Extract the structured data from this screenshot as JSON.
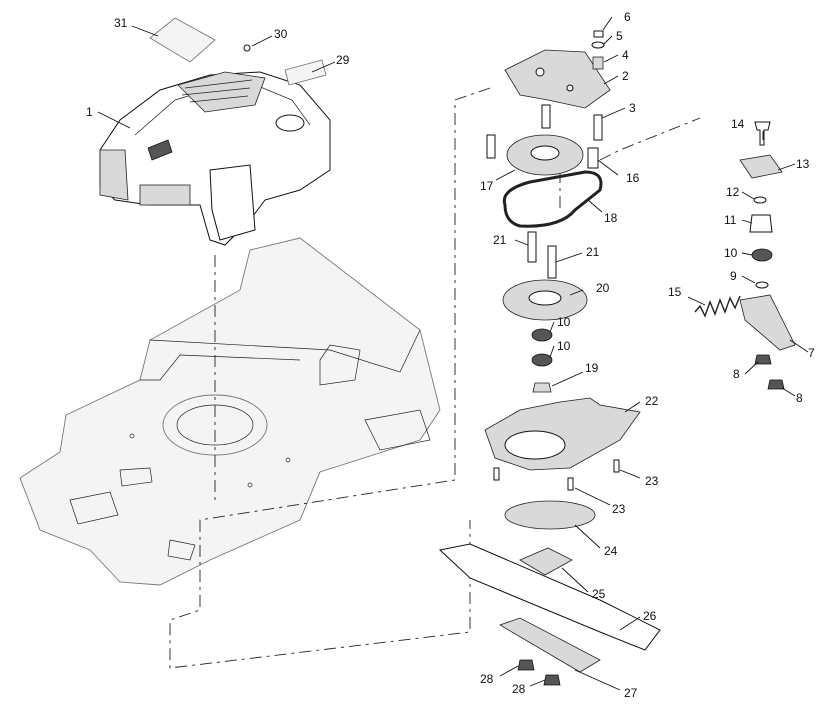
{
  "callouts": [
    {
      "id": "c1",
      "label": "1"
    },
    {
      "id": "c2",
      "label": "2"
    },
    {
      "id": "c3",
      "label": "3"
    },
    {
      "id": "c4",
      "label": "4"
    },
    {
      "id": "c5",
      "label": "5"
    },
    {
      "id": "c6",
      "label": "6"
    },
    {
      "id": "c7",
      "label": "7"
    },
    {
      "id": "c8a",
      "label": "8"
    },
    {
      "id": "c8b",
      "label": "8"
    },
    {
      "id": "c9",
      "label": "9"
    },
    {
      "id": "c10a",
      "label": "10"
    },
    {
      "id": "c10b",
      "label": "10"
    },
    {
      "id": "c10c",
      "label": "10"
    },
    {
      "id": "c11",
      "label": "11"
    },
    {
      "id": "c12",
      "label": "12"
    },
    {
      "id": "c13",
      "label": "13"
    },
    {
      "id": "c14",
      "label": "14"
    },
    {
      "id": "c15",
      "label": "15"
    },
    {
      "id": "c16",
      "label": "16"
    },
    {
      "id": "c17",
      "label": "17"
    },
    {
      "id": "c18",
      "label": "18"
    },
    {
      "id": "c19",
      "label": "19"
    },
    {
      "id": "c20",
      "label": "20"
    },
    {
      "id": "c21a",
      "label": "21"
    },
    {
      "id": "c21b",
      "label": "21"
    },
    {
      "id": "c22",
      "label": "22"
    },
    {
      "id": "c23a",
      "label": "23"
    },
    {
      "id": "c23b",
      "label": "23"
    },
    {
      "id": "c24",
      "label": "24"
    },
    {
      "id": "c25",
      "label": "25"
    },
    {
      "id": "c26",
      "label": "26"
    },
    {
      "id": "c27",
      "label": "27"
    },
    {
      "id": "c28a",
      "label": "28"
    },
    {
      "id": "c28b",
      "label": "28"
    },
    {
      "id": "c29",
      "label": "29"
    },
    {
      "id": "c30",
      "label": "30"
    },
    {
      "id": "c31",
      "label": "31"
    }
  ]
}
